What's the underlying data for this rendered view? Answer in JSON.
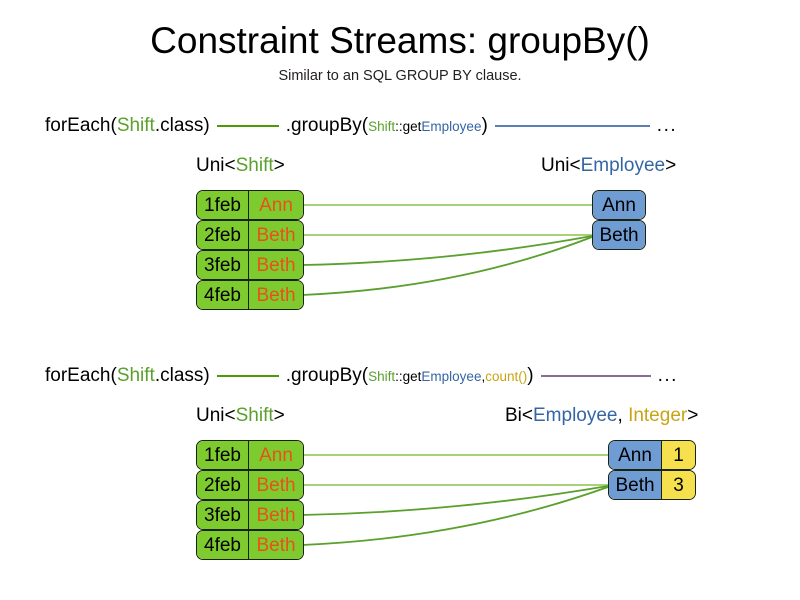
{
  "header": {
    "title": "Constraint Streams: groupBy()",
    "subtitle": "Similar to an SQL GROUP BY clause."
  },
  "colors": {
    "shift_green": "#7ecb2f",
    "shift_name_orange": "#e8521a",
    "employee_blue": "#6f9cd2",
    "count_yellow": "#f6e04e",
    "box_border": "#19230e",
    "link_green_light": "#9ccc65",
    "link_green_dark": "#5aa02c",
    "keyword_green": "#5aa02c",
    "keyword_blue": "#3465a4",
    "keyword_gold": "#c8a415",
    "rule_blue": "#5b7fb4",
    "rule_purple": "#8b6a97"
  },
  "sections": [
    {
      "id": "section-one",
      "code": {
        "for_each_prefix": "forEach(",
        "for_each_type": "Shift",
        "for_each_suffix": ".class)",
        "group_by_prefix": ".groupBy(",
        "mapper_type": "Shift",
        "mapper_sep": "::get",
        "mapper_prop": "Employee",
        "group_by_suffix": ")",
        "ellipsis": "..."
      },
      "left_label": {
        "outer_prefix": "Uni<",
        "generic_one": "Shift",
        "outer_suffix": ">"
      },
      "right_label": {
        "outer_prefix": "Uni<",
        "generic_one": "Employee",
        "outer_suffix": ">"
      },
      "shifts": [
        {
          "date": "1feb",
          "employee": "Ann"
        },
        {
          "date": "2feb",
          "employee": "Beth"
        },
        {
          "date": "3feb",
          "employee": "Beth"
        },
        {
          "date": "4feb",
          "employee": "Beth"
        }
      ],
      "groups": [
        {
          "employee": "Ann"
        },
        {
          "employee": "Beth"
        }
      ]
    },
    {
      "id": "section-two",
      "code": {
        "for_each_prefix": "forEach(",
        "for_each_type": "Shift",
        "for_each_suffix": ".class)",
        "group_by_prefix": ".groupBy(",
        "mapper_type": "Shift",
        "mapper_sep": "::get",
        "mapper_prop": "Employee",
        "collector_sep": ", ",
        "collector": "count()",
        "group_by_suffix": ")",
        "ellipsis": "..."
      },
      "left_label": {
        "outer_prefix": "Uni<",
        "generic_one": "Shift",
        "outer_suffix": ">"
      },
      "right_label": {
        "outer_prefix": "Bi<",
        "generic_one": "Employee",
        "generic_sep": ", ",
        "generic_two": "Integer",
        "outer_suffix": ">"
      },
      "shifts": [
        {
          "date": "1feb",
          "employee": "Ann"
        },
        {
          "date": "2feb",
          "employee": "Beth"
        },
        {
          "date": "3feb",
          "employee": "Beth"
        },
        {
          "date": "4feb",
          "employee": "Beth"
        }
      ],
      "groups": [
        {
          "employee": "Ann",
          "count": "1"
        },
        {
          "employee": "Beth",
          "count": "3"
        }
      ]
    }
  ]
}
